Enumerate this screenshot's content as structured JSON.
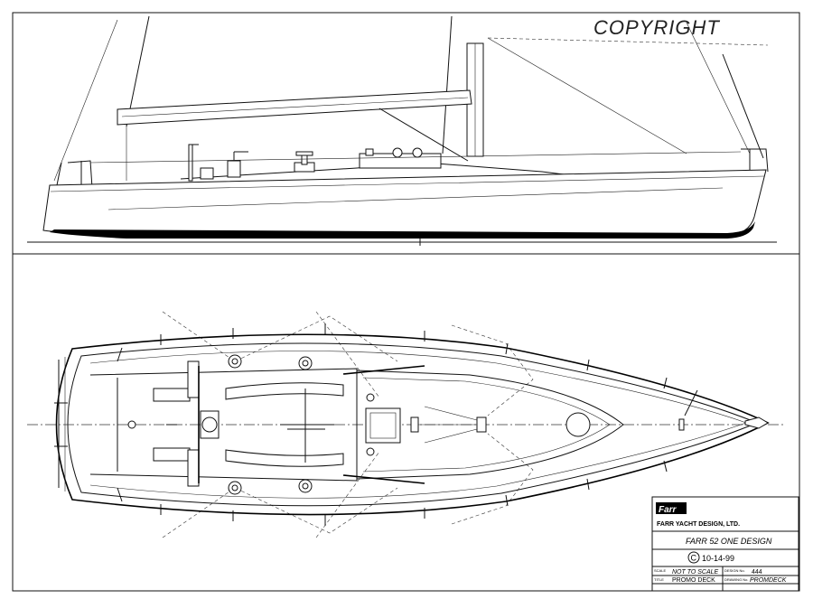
{
  "watermark": "COPYRIGHT",
  "title_block": {
    "logo_text": "Farr",
    "company": "FARR YACHT DESIGN, LTD.",
    "project": "FARR 52 ONE DESIGN",
    "copyright_symbol": "C",
    "date": "10-14-99",
    "scale_label": "SCALE",
    "scale_value": "NOT TO SCALE",
    "design_label": "DESIGN No.",
    "design_value": "444",
    "title_label": "TITLE",
    "title_value": "PROMO DECK",
    "drawing_label": "DRAWING No.",
    "drawing_value": "PROMDECK"
  }
}
